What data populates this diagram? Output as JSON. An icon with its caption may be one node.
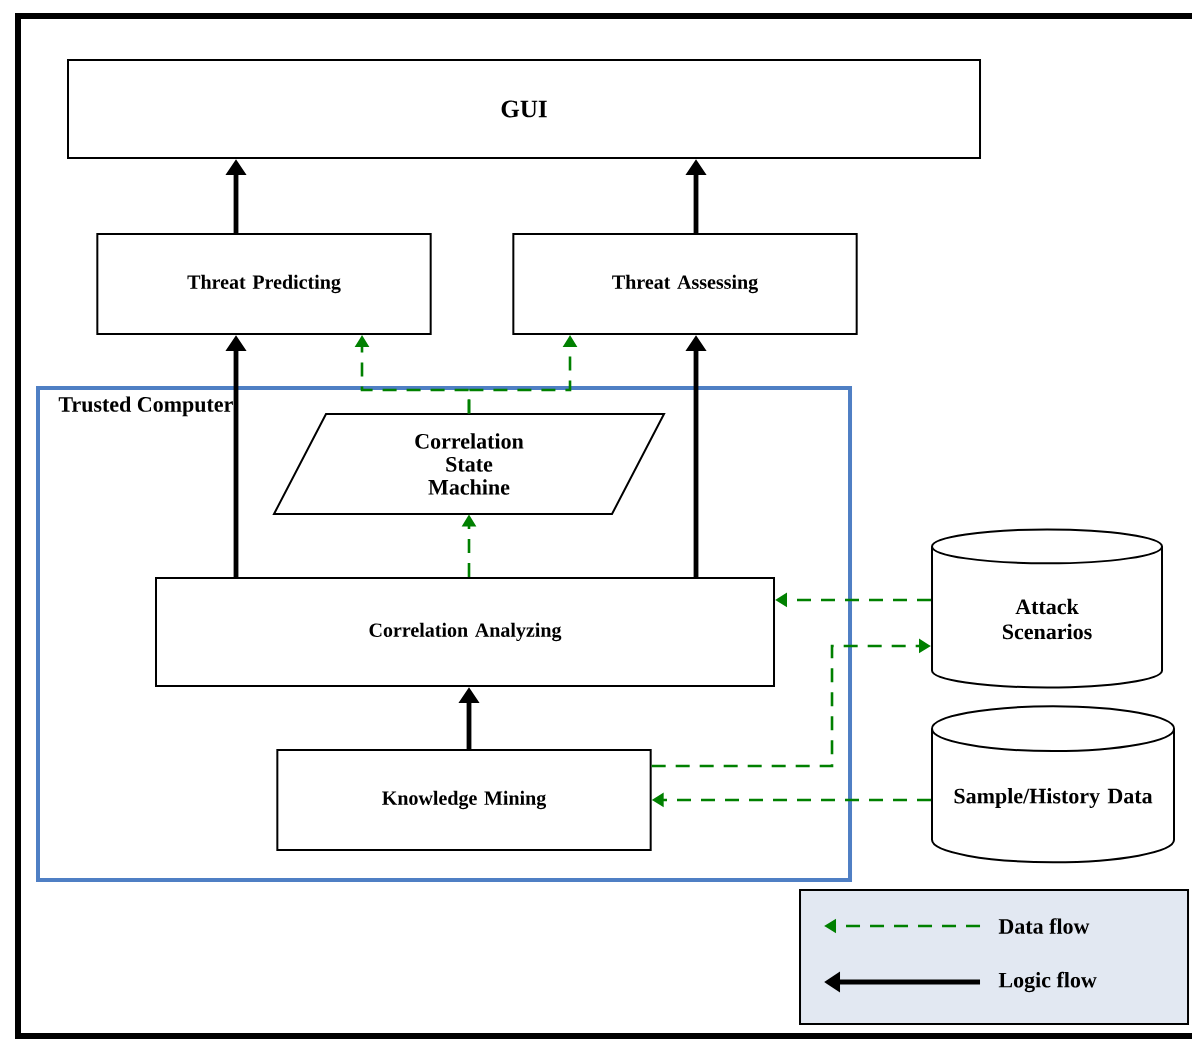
{
  "diagram": {
    "nodes": [
      {
        "text": [
          "GUI"
        ]
      },
      {
        "text": [
          "Threat Predicting"
        ]
      },
      {
        "text": [
          "Threat Assessing"
        ]
      },
      {
        "text": [
          "Trusted Computer"
        ]
      },
      {
        "text": [
          "Correlation State Machine"
        ],
        "in": 3
      },
      {
        "text": [
          "Correlation Analyzing"
        ],
        "in": 3
      },
      {
        "text": [
          "Knowledge Mining"
        ],
        "in": 3
      },
      {
        "text": [
          "Attack Scenarios"
        ]
      },
      {
        "text": [
          "Sample/History Data"
        ]
      }
    ],
    "edges": [
      {
        "from": 1,
        "to": 0,
        "arrow": "to",
        "color": "#000000"
      },
      {
        "from": 2,
        "to": 0,
        "arrow": "to",
        "color": "#000000"
      },
      {
        "from": 5,
        "to": 1,
        "arrow": "to",
        "color": "#000000"
      },
      {
        "from": 5,
        "to": 2,
        "arrow": "to",
        "color": "#000000"
      },
      {
        "from": 6,
        "to": 5,
        "arrow": "to",
        "color": "#000000"
      },
      {
        "from": 5,
        "to": 4,
        "arrow": "to",
        "style": "dashed",
        "color": "#008000"
      },
      {
        "from": 4,
        "to": 1,
        "arrow": "to",
        "style": "dashed",
        "color": "#008000"
      },
      {
        "from": 4,
        "to": 2,
        "arrow": "to",
        "style": "dashed",
        "color": "#008000"
      },
      {
        "from": 7,
        "to": 5,
        "arrow": "to",
        "style": "dashed",
        "color": "#008000"
      },
      {
        "from": 6,
        "to": 7,
        "arrow": "to",
        "style": "dashed",
        "color": "#008000"
      },
      {
        "from": 8,
        "to": 6,
        "arrow": "to",
        "style": "dashed",
        "color": "#008000"
      }
    ],
    "legend": [
      {
        "text": "Data flow"
      },
      {
        "text": "Logic flow"
      }
    ]
  }
}
